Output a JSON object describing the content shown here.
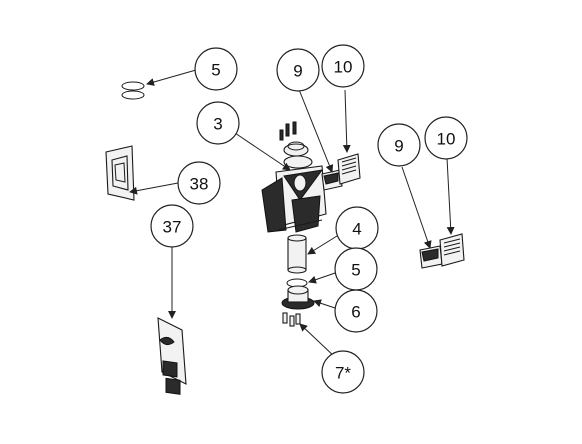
{
  "diagram": {
    "callouts": {
      "c5_top": "5",
      "c9_center": "9",
      "c10_center": "10",
      "c3": "3",
      "c9_right": "9",
      "c10_right": "10",
      "c38": "38",
      "c37": "37",
      "c4": "4",
      "c5_mid": "5",
      "c6": "6",
      "c7": "7*"
    },
    "colors": {
      "line": "#222222",
      "part_fill": "#f2f2f2",
      "dark_fill": "#2b2b2b"
    }
  }
}
